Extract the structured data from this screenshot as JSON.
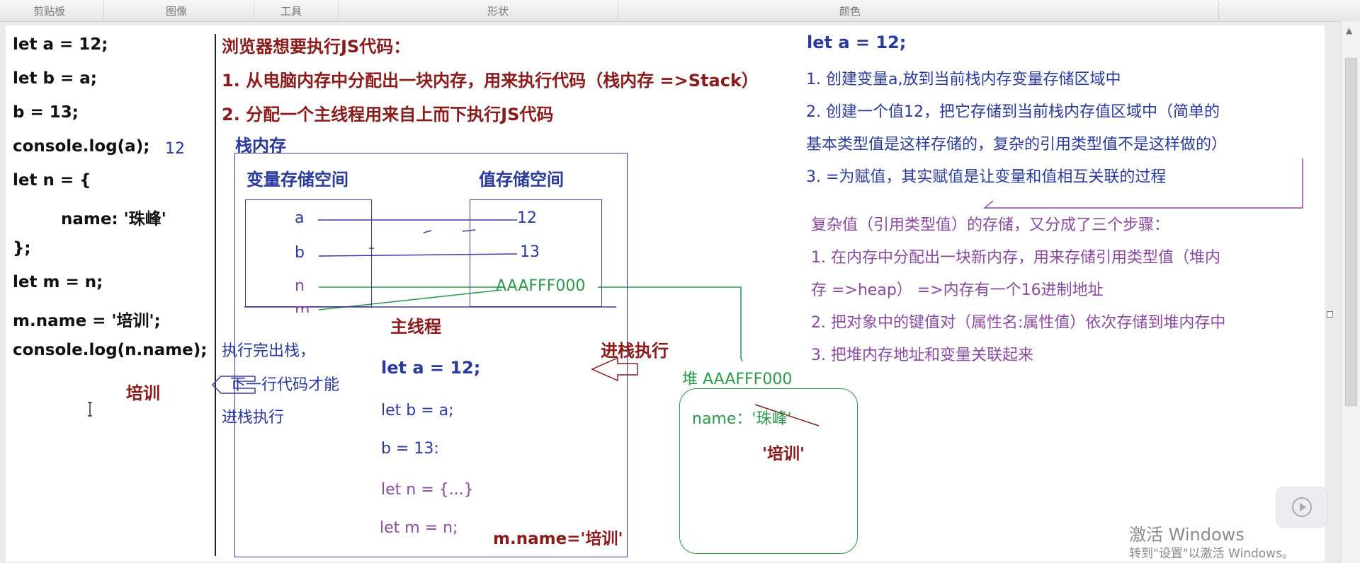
{
  "ribbon": {
    "groups": [
      "剪贴板",
      "图像",
      "工具",
      "形状",
      "颜色"
    ]
  },
  "code": {
    "lines": [
      "let a = 12;",
      "let b = a;",
      "b = 13;",
      "console.log(a);",
      "let n = {",
      "name: '珠峰'",
      "};",
      "let m = n;",
      "m.name = '培训';",
      "console.log(n.name);"
    ],
    "output_a": "12",
    "output_name": "培训"
  },
  "intro": {
    "title": "浏览器想要执行JS代码：",
    "step1": "1. 从电脑内存中分配出一块内存，用来执行代码（栈内存 =>Stack）",
    "step2": "2. 分配一个主线程用来自上而下执行JS代码"
  },
  "stack": {
    "title": "栈内存",
    "var_area_label": "变量存储空间",
    "val_area_label": "值存储空间",
    "vars": [
      "a",
      "b",
      "n",
      "m"
    ],
    "vals": [
      "12",
      "13",
      "AAAFFF000"
    ],
    "main_thread_label": "主线程",
    "push_label": "进栈执行",
    "exit_note_1": "执行完出栈，",
    "exit_note_2": "下一行代码才能",
    "exit_note_3": "进栈执行",
    "exec_lines": [
      "let  a = 12;",
      "let b = a;",
      "b = 13:",
      "let n = {...}",
      "let m = n;"
    ],
    "exec_extra": "m.name='培训'"
  },
  "heap": {
    "label": "堆 AAAFFF000",
    "prop": "name：'珠峰'",
    "new_value": "'培训'"
  },
  "notes": {
    "head": "let a = 12;",
    "s1": "1. 创建变量a,放到当前栈内存变量存储区域中",
    "s2a": "2. 创建一个值12，把它存储到当前栈内存值区域中（简单的",
    "s2b": "基本类型值是这样存储的，复杂的引用类型值不是这样做的）",
    "s3": "3. =为赋值，其实赋值是让变量和值相互关联的过程",
    "complex_head": "复杂值（引用类型值）的存储，又分成了三个步骤：",
    "c1a": "1. 在内存中分配出一块新内存，用来存储引用类型值（堆内",
    "c1b": "存 =>heap） =>内存有一个16进制地址",
    "c2": "2. 把对象中的键值对（属性名:属性值）依次存储到堆内存中",
    "c3": "3. 把堆内存地址和变量关联起来"
  },
  "watermark": {
    "line1": "激活 Windows",
    "line2": "转到\"设置\"以激活 Windows。"
  }
}
